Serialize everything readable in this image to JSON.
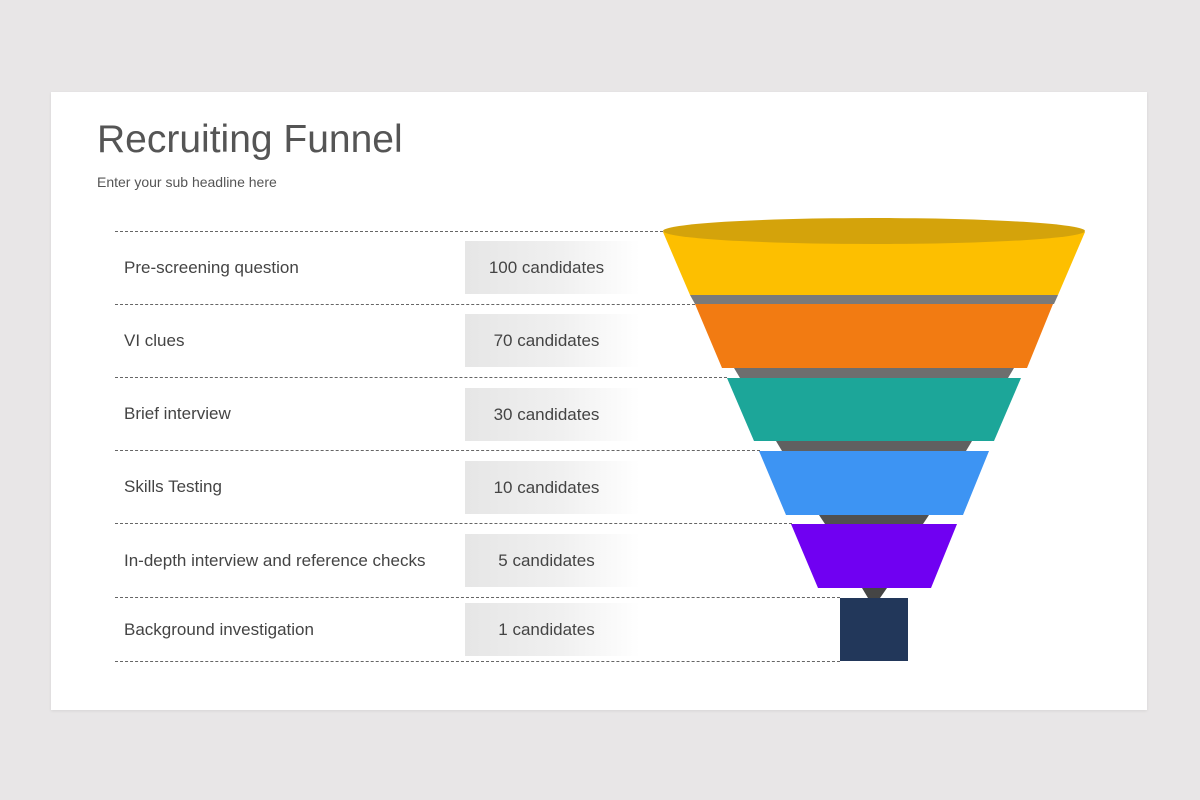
{
  "slide": {
    "title": "Recruiting Funnel",
    "subtitle": "Enter your sub headline here"
  },
  "stages": [
    {
      "label": "Pre-screening question",
      "count": "100 candidates",
      "color": "#fdbf00"
    },
    {
      "label": "VI clues",
      "count": "70 candidates",
      "color": "#f27b12"
    },
    {
      "label": "Brief interview",
      "count": "30 candidates",
      "color": "#1ca699"
    },
    {
      "label": "Skills Testing",
      "count": "10 candidates",
      "color": "#3d94f3"
    },
    {
      "label": "In-depth interview and reference checks",
      "count": "5 candidates",
      "color": "#7000f2"
    },
    {
      "label": "Background investigation",
      "count": "1 candidates",
      "color": "#22375a"
    }
  ],
  "colors": {
    "background": "#e8e6e7",
    "card": "#ffffff",
    "rim": "#d4a30b",
    "connector": "#6e6e6e"
  }
}
